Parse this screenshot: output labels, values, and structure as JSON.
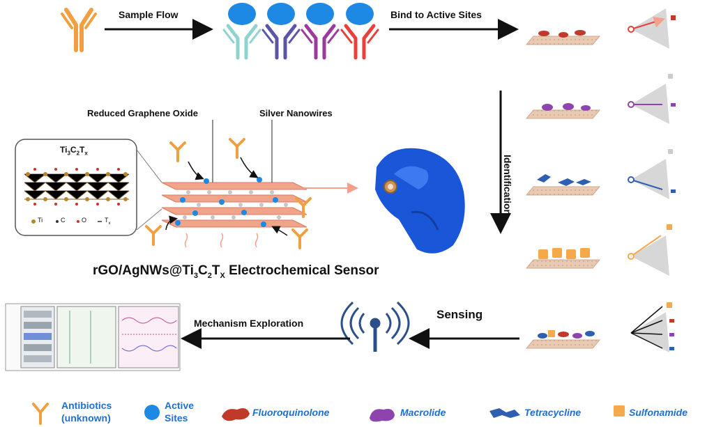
{
  "top_flow": {
    "sample_flow": "Sample Flow",
    "bind_active_sites": "Bind to Active Sites"
  },
  "middle": {
    "reduced_graphene_oxide": "Reduced Graphene Oxide",
    "silver_nanowires": "Silver Nanowires",
    "crystal_label_main": "Ti",
    "crystal_label_sub1": "3",
    "crystal_label_c": "C",
    "crystal_label_sub2": "2",
    "crystal_label_t": "T",
    "crystal_label_subx": "x",
    "atom_legend": [
      "Ti",
      "C",
      "O",
      "T"
    ],
    "atom_legend_tx_sub": "x",
    "sensor_title_a": "rGO/AgNWs@Ti",
    "sensor_title_sub1": "3",
    "sensor_title_b": "C",
    "sensor_title_sub2": "2",
    "sensor_title_c": "T",
    "sensor_title_subx": "X",
    "sensor_title_d": " Electrochemical Sensor",
    "identification": "Identification"
  },
  "bottom_flow": {
    "sensing": "Sensing",
    "mechanism_exploration": "Mechanism Exploration"
  },
  "legend": {
    "antibiotics_line1": "Antibiotics",
    "antibiotics_line2": "(unknown)",
    "active_line1": "Active",
    "active_line2": "Sites",
    "fluoroquinolone": "Fluoroquinolone",
    "macrolide": "Macrolide",
    "tetracycline": "Tetracycline",
    "sulfonamide": "Sulfonamide"
  },
  "colors": {
    "antibody": "#f0a040",
    "active_site": "#1e88e5",
    "fluoroquinolone": "#c0392b",
    "macrolide": "#8e44ad",
    "tetracycline": "#2e5fb0",
    "sulfonamide": "#f5a94a",
    "legend_blue": "#1f6fd1",
    "arrow": "#111111"
  }
}
